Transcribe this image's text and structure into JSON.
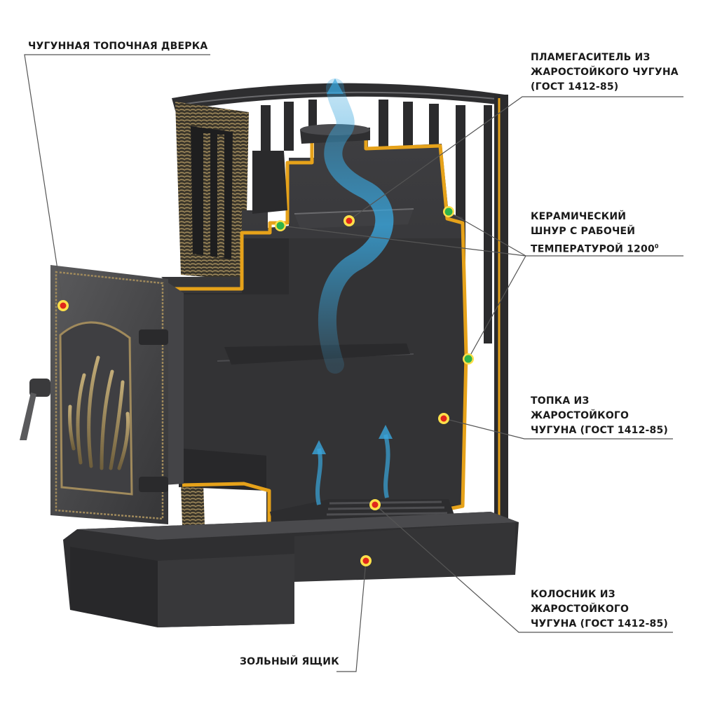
{
  "labels": {
    "door": "ЧУГУННАЯ ТОПОЧНАЯ ДВЕРКА",
    "flame_damper": [
      "ПЛАМЕГАСИТЕЛЬ ИЗ",
      "ЖАРОСТОЙКОГО ЧУГУНА",
      "(ГОСТ 1412-85)"
    ],
    "ceramic_cord": [
      "КЕРАМИЧЕСКИЙ",
      "ШНУР С РАБОЧЕЙ",
      "ТЕМПЕРАТУРОЙ 1200"
    ],
    "ceramic_cord_sup": "0",
    "firebox": [
      "ТОПКА ИЗ",
      "ЖАРОСТОЙКОГО",
      "ЧУГУНА (ГОСТ 1412-85)"
    ],
    "grate": [
      "КОЛОСНИК ИЗ",
      "ЖАРОСТОЙКОГО",
      "ЧУГУНА (ГОСТ 1412-85)"
    ],
    "ash_box": "ЗОЛЬНЫЙ ЯЩИК"
  },
  "colors": {
    "iron": "#3a3a3c",
    "iron_dark": "#262627",
    "section_edge": "#e6a21a",
    "bronze": "#a08a5c",
    "flow_blue": "#39a6dd",
    "marker_red": "#e0261c",
    "marker_yellow": "#ffe04a",
    "marker_green": "#2fb34a",
    "leader": "#555555"
  }
}
